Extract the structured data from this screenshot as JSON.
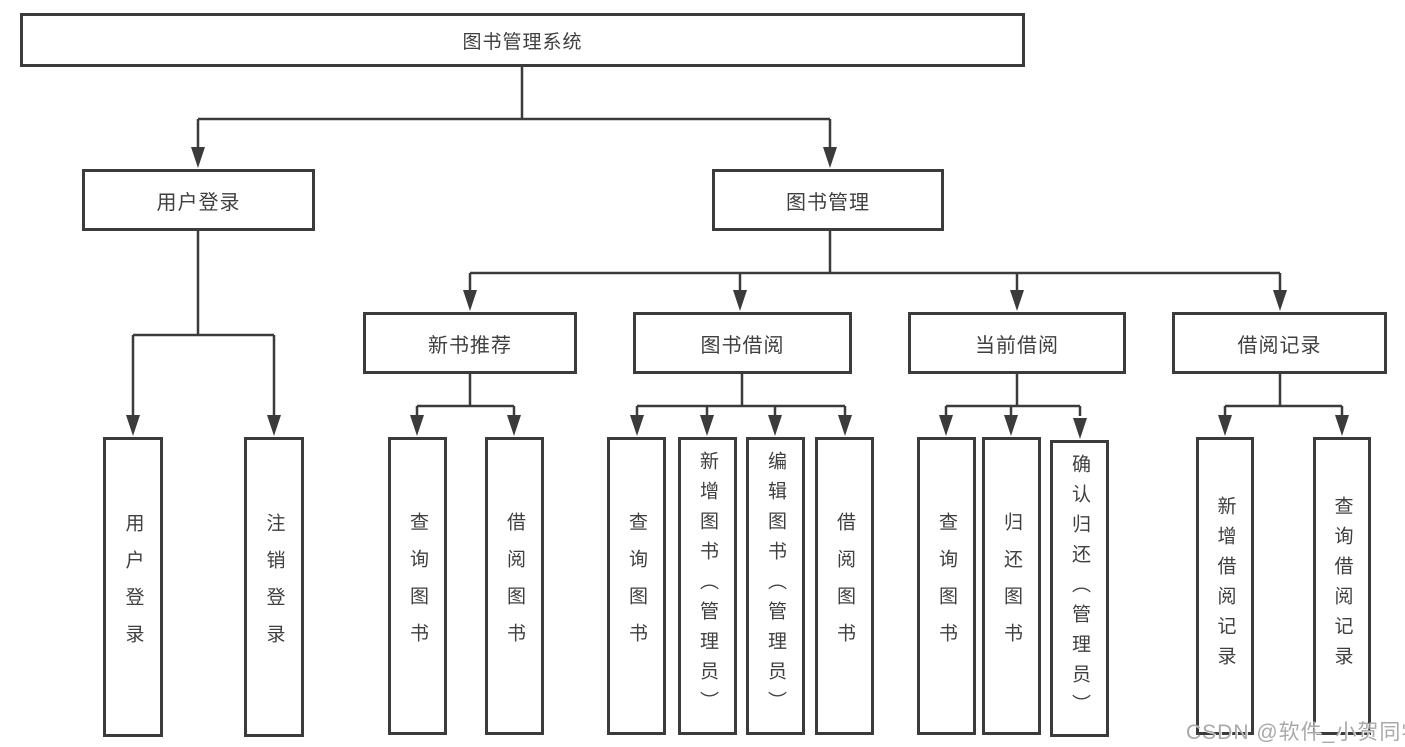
{
  "diagram": {
    "root": "图书管理系统",
    "level1": {
      "user_login": "用户登录",
      "book_mgmt": "图书管理"
    },
    "level2": {
      "new_book": "新书推荐",
      "borrow": "图书借阅",
      "current": "当前借阅",
      "record": "借阅记录"
    },
    "leaves": {
      "login": "用户登录",
      "logout": "注销登录",
      "nb_query": "查询图书",
      "nb_borrow": "借阅图书",
      "bw_query": "查询图书",
      "bw_add": "新增图书（管理员）",
      "bw_edit": "编辑图书（管理员）",
      "bw_borrow": "借阅图书",
      "cb_query": "查询图书",
      "cb_return": "归还图书",
      "cb_confirm": "确认归还（管理员）",
      "rc_add": "新增借阅记录",
      "rc_query": "查询借阅记录"
    }
  },
  "watermark": {
    "text": "CSDN @软件_小贺同学"
  },
  "colors": {
    "line": "#3b3b3b",
    "text": "#3f3f3f",
    "watermark": "#a9a9a9",
    "background": "#ffffff"
  }
}
